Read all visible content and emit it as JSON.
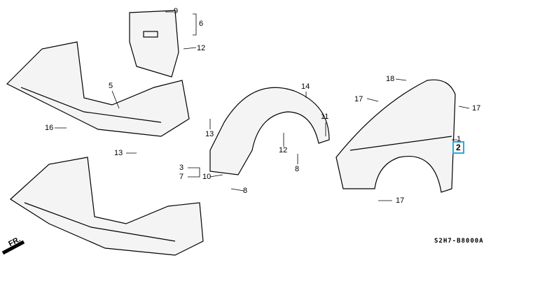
{
  "diagram": {
    "code": "S2H7-B8000A",
    "direction_marker": "FR.",
    "callouts": [
      {
        "id": "c9",
        "text": "9"
      },
      {
        "id": "c6",
        "text": "6"
      },
      {
        "id": "c12a",
        "text": "12"
      },
      {
        "id": "c5",
        "text": "5"
      },
      {
        "id": "c16",
        "text": "16"
      },
      {
        "id": "c13a",
        "text": "13"
      },
      {
        "id": "c13b",
        "text": "13"
      },
      {
        "id": "c14",
        "text": "14"
      },
      {
        "id": "c11",
        "text": "11"
      },
      {
        "id": "c12b",
        "text": "12"
      },
      {
        "id": "c8a",
        "text": "8"
      },
      {
        "id": "c3",
        "text": "3"
      },
      {
        "id": "c7",
        "text": "7"
      },
      {
        "id": "c10",
        "text": "10"
      },
      {
        "id": "c8b",
        "text": "8"
      },
      {
        "id": "c18",
        "text": "18"
      },
      {
        "id": "c17a",
        "text": "17"
      },
      {
        "id": "c17b",
        "text": "17"
      },
      {
        "id": "c1",
        "text": "1"
      },
      {
        "id": "c2",
        "text": "2"
      },
      {
        "id": "c17c",
        "text": "17"
      }
    ],
    "highlight_color": "#29a8df"
  }
}
